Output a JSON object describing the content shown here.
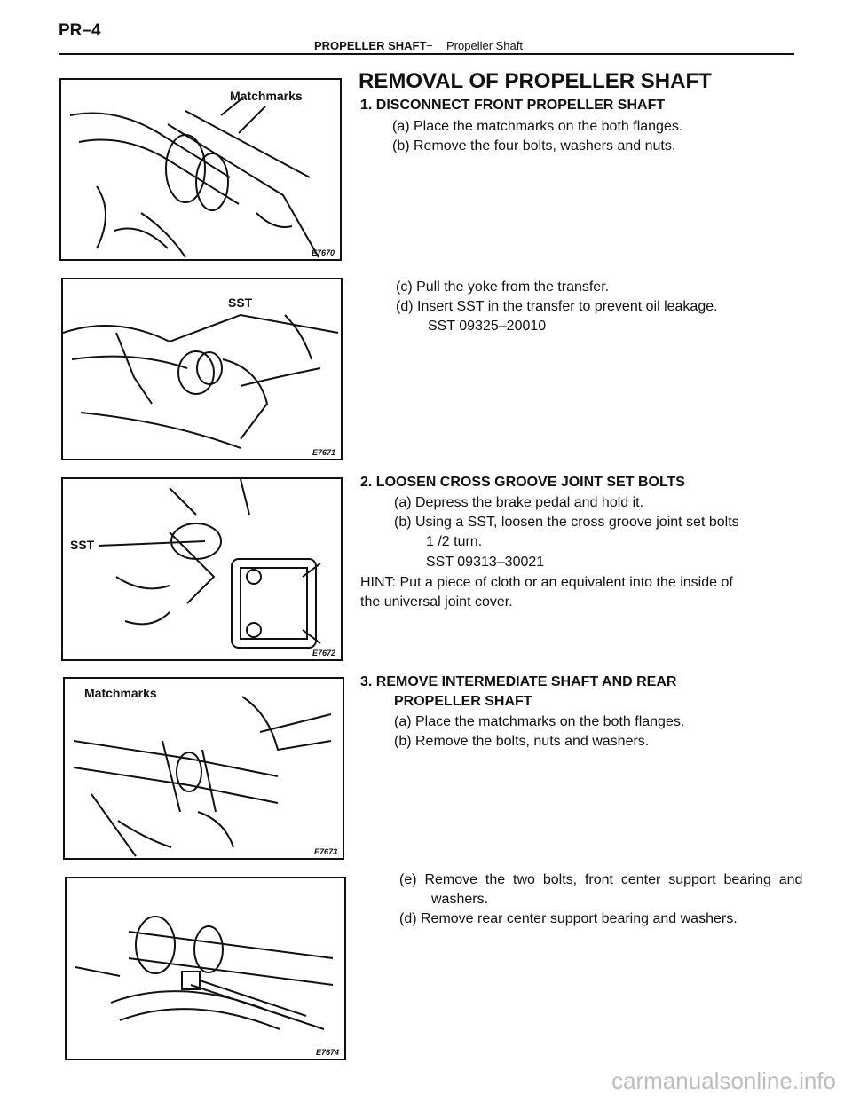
{
  "header": {
    "page_code": "PR–4",
    "section": "PROPELLER SHAFT",
    "separator": "−",
    "subsection": "Propeller Shaft"
  },
  "title": "REMOVAL OF PROPELLER SHAFT",
  "steps": {
    "s1": {
      "heading": "1. DISCONNECT FRONT PROPELLER SHAFT",
      "a": "(a) Place the matchmarks on the both flanges.",
      "b": "(b) Remove the four bolts, washers and nuts.",
      "c": "(c) Pull the yoke from the transfer.",
      "d": "(d) Insert SST in the transfer to prevent oil leakage.",
      "sst": "SST  09325–20010"
    },
    "s2": {
      "heading": "2. LOOSEN CROSS GROOVE JOINT SET BOLTS",
      "a": "(a) Depress the brake pedal and hold it.",
      "b": "(b) Using a SST, loosen the cross groove joint set bolts",
      "b2": "1 /2 turn.",
      "sst": "SST  09313–30021",
      "hint1": "HINT: Put a piece of cloth or an equivalent into the inside of",
      "hint2": "the universal joint cover."
    },
    "s3": {
      "heading1": "3. REMOVE INTERMEDIATE SHAFT AND REAR",
      "heading2": "PROPELLER SHAFT",
      "a": "(a) Place the matchmarks on the both flanges.",
      "b": "(b) Remove the bolts, nuts and washers.",
      "e1": "(e)  Remove  the  two  bolts,  front  center  support  bearing  and",
      "e2": "washers.",
      "d": "(d) Remove rear center support bearing and washers."
    }
  },
  "figures": {
    "f1": {
      "label": "Matchmarks",
      "code": "E7670"
    },
    "f2": {
      "label": "SST",
      "code": "E7671"
    },
    "f3": {
      "label": "SST",
      "code": "E7672"
    },
    "f4": {
      "label": "Matchmarks",
      "code": "E7673"
    },
    "f5": {
      "code": "E7674"
    }
  },
  "watermark": "carmanualsonline.info"
}
